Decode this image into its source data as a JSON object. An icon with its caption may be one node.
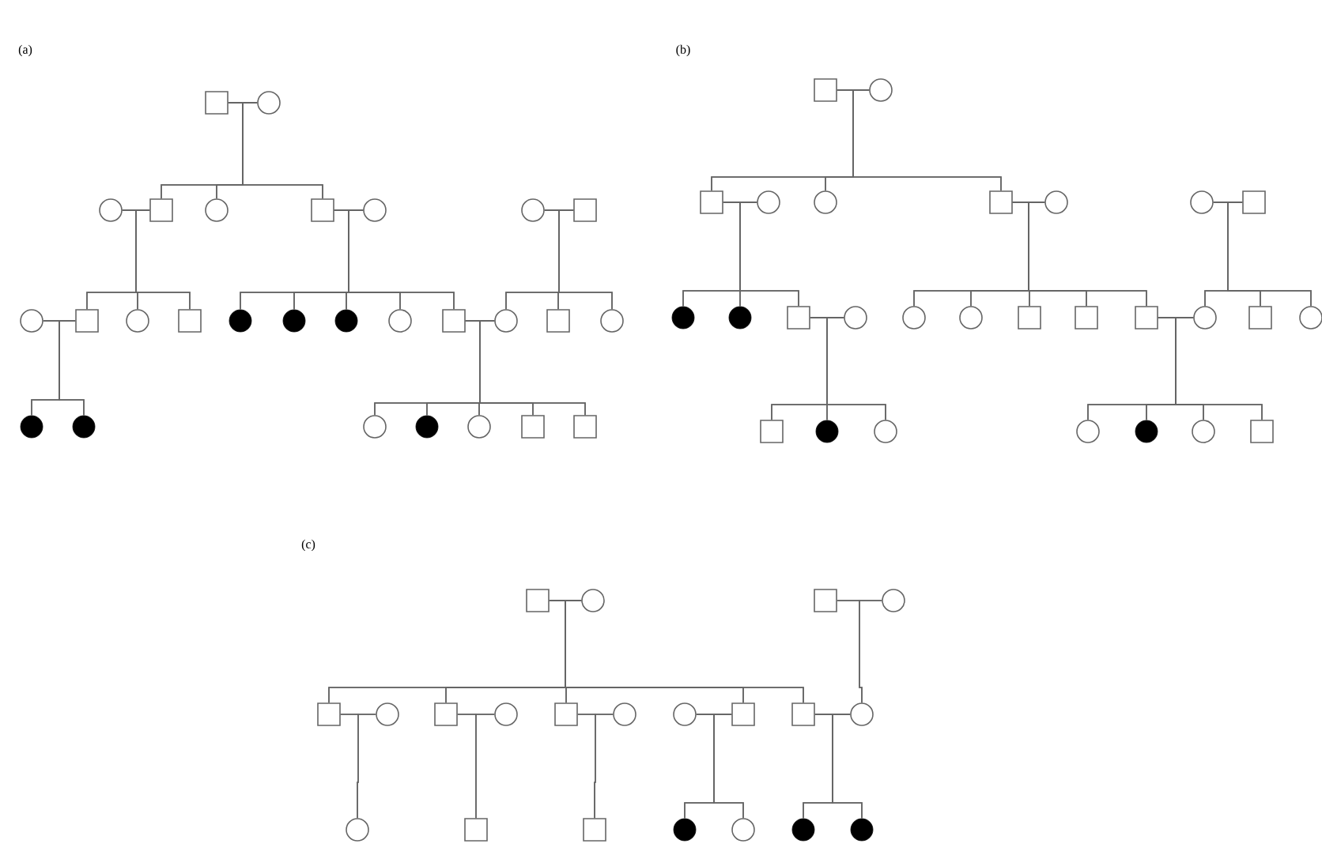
{
  "diagram": {
    "nodes": [
      {
        "text": [],
        "shape": "box"
      },
      {
        "text": [],
        "shape": "circle"
      },
      {
        "text": [],
        "shape": "circle"
      },
      {
        "text": [],
        "shape": "box"
      },
      {
        "text": [],
        "shape": "circle"
      },
      {
        "text": [],
        "shape": "box"
      },
      {
        "text": [],
        "shape": "circle"
      },
      {
        "text": [],
        "shape": "circle"
      },
      {
        "text": [],
        "shape": "box"
      },
      {
        "text": [],
        "shape": "circle"
      },
      {
        "text": [],
        "shape": "box"
      },
      {
        "text": [],
        "shape": "circle"
      },
      {
        "text": [],
        "shape": "box"
      },
      {
        "text": [],
        "shape": "disc"
      },
      {
        "text": [],
        "shape": "disc"
      },
      {
        "text": [],
        "shape": "disc"
      },
      {
        "text": [],
        "shape": "circle"
      },
      {
        "text": [],
        "shape": "box"
      },
      {
        "text": [],
        "shape": "circle"
      },
      {
        "text": [],
        "shape": "box"
      },
      {
        "text": [],
        "shape": "circle"
      },
      {
        "text": [],
        "shape": "disc"
      },
      {
        "text": [],
        "shape": "disc"
      },
      {
        "text": [],
        "shape": "circle"
      },
      {
        "text": [],
        "shape": "disc"
      },
      {
        "text": [],
        "shape": "circle"
      },
      {
        "text": [],
        "shape": "box"
      },
      {
        "text": [],
        "shape": "box"
      },
      {
        "text": [],
        "shape": "box"
      },
      {
        "text": [],
        "shape": "circle"
      },
      {
        "text": [],
        "shape": "box"
      },
      {
        "text": [],
        "shape": "circle"
      },
      {
        "text": [],
        "shape": "circle"
      },
      {
        "text": [],
        "shape": "box"
      },
      {
        "text": [],
        "shape": "circle"
      },
      {
        "text": [],
        "shape": "circle"
      },
      {
        "text": [],
        "shape": "box"
      },
      {
        "text": [],
        "shape": "disc"
      },
      {
        "text": [],
        "shape": "disc"
      },
      {
        "text": [],
        "shape": "box"
      },
      {
        "text": [],
        "shape": "circle"
      },
      {
        "text": [],
        "shape": "circle"
      },
      {
        "text": [],
        "shape": "circle"
      },
      {
        "text": [],
        "shape": "box"
      },
      {
        "text": [],
        "shape": "box"
      },
      {
        "text": [],
        "shape": "box"
      },
      {
        "text": [],
        "shape": "circle"
      },
      {
        "text": [],
        "shape": "box"
      },
      {
        "text": [],
        "shape": "circle"
      },
      {
        "text": [],
        "shape": "box"
      },
      {
        "text": [],
        "shape": "disc"
      },
      {
        "text": [],
        "shape": "circle"
      },
      {
        "text": [],
        "shape": "circle"
      },
      {
        "text": [],
        "shape": "disc"
      },
      {
        "text": [],
        "shape": "circle"
      },
      {
        "text": [],
        "shape": "box"
      },
      {
        "text": [],
        "shape": "box"
      },
      {
        "text": [],
        "shape": "circle"
      },
      {
        "text": [],
        "shape": "box"
      },
      {
        "text": [],
        "shape": "circle"
      },
      {
        "text": [],
        "shape": "box"
      },
      {
        "text": [],
        "shape": "circle"
      },
      {
        "text": [],
        "shape": "box"
      },
      {
        "text": [],
        "shape": "circle"
      },
      {
        "text": [],
        "shape": "box"
      },
      {
        "text": [],
        "shape": "circle"
      },
      {
        "text": [],
        "shape": "circle"
      },
      {
        "text": [],
        "shape": "box"
      },
      {
        "text": [],
        "shape": "box"
      },
      {
        "text": [],
        "shape": "circle"
      },
      {
        "text": [],
        "shape": "circle"
      },
      {
        "text": [],
        "shape": "box"
      },
      {
        "text": [],
        "shape": "box"
      },
      {
        "text": [],
        "shape": "disc"
      },
      {
        "text": [],
        "shape": "circle"
      },
      {
        "text": [],
        "shape": "disc"
      },
      {
        "text": [],
        "shape": "disc"
      }
    ],
    "edges": [
      {
        "from": 0,
        "to": 1,
        "arrow": "none"
      },
      {
        "from": 2,
        "to": 3,
        "arrow": "none"
      },
      {
        "from": 5,
        "to": 6,
        "arrow": "none"
      },
      {
        "from": 7,
        "to": 8,
        "arrow": "none"
      },
      {
        "from": 9,
        "to": 10,
        "arrow": "none"
      },
      {
        "from": 17,
        "to": 18,
        "arrow": "none"
      },
      {
        "from": 0,
        "to": 3,
        "arrow": "none"
      },
      {
        "from": 1,
        "to": 3,
        "arrow": "none"
      },
      {
        "from": 0,
        "to": 4,
        "arrow": "none"
      },
      {
        "from": 1,
        "to": 4,
        "arrow": "none"
      },
      {
        "from": 0,
        "to": 5,
        "arrow": "none"
      },
      {
        "from": 1,
        "to": 5,
        "arrow": "none"
      },
      {
        "from": 2,
        "to": 10,
        "arrow": "none"
      },
      {
        "from": 3,
        "to": 10,
        "arrow": "none"
      },
      {
        "from": 2,
        "to": 11,
        "arrow": "none"
      },
      {
        "from": 3,
        "to": 11,
        "arrow": "none"
      },
      {
        "from": 2,
        "to": 12,
        "arrow": "none"
      },
      {
        "from": 3,
        "to": 12,
        "arrow": "none"
      },
      {
        "from": 5,
        "to": 13,
        "arrow": "none"
      },
      {
        "from": 6,
        "to": 13,
        "arrow": "none"
      },
      {
        "from": 5,
        "to": 14,
        "arrow": "none"
      },
      {
        "from": 6,
        "to": 14,
        "arrow": "none"
      },
      {
        "from": 5,
        "to": 15,
        "arrow": "none"
      },
      {
        "from": 6,
        "to": 15,
        "arrow": "none"
      },
      {
        "from": 5,
        "to": 16,
        "arrow": "none"
      },
      {
        "from": 6,
        "to": 16,
        "arrow": "none"
      },
      {
        "from": 5,
        "to": 17,
        "arrow": "none"
      },
      {
        "from": 6,
        "to": 17,
        "arrow": "none"
      },
      {
        "from": 7,
        "to": 18,
        "arrow": "none"
      },
      {
        "from": 8,
        "to": 18,
        "arrow": "none"
      },
      {
        "from": 7,
        "to": 19,
        "arrow": "none"
      },
      {
        "from": 8,
        "to": 19,
        "arrow": "none"
      },
      {
        "from": 7,
        "to": 20,
        "arrow": "none"
      },
      {
        "from": 8,
        "to": 20,
        "arrow": "none"
      },
      {
        "from": 9,
        "to": 21,
        "arrow": "none"
      },
      {
        "from": 10,
        "to": 21,
        "arrow": "none"
      },
      {
        "from": 9,
        "to": 22,
        "arrow": "none"
      },
      {
        "from": 10,
        "to": 22,
        "arrow": "none"
      },
      {
        "from": 17,
        "to": 23,
        "arrow": "none"
      },
      {
        "from": 18,
        "to": 23,
        "arrow": "none"
      },
      {
        "from": 17,
        "to": 24,
        "arrow": "none"
      },
      {
        "from": 18,
        "to": 24,
        "arrow": "none"
      },
      {
        "from": 17,
        "to": 25,
        "arrow": "none"
      },
      {
        "from": 18,
        "to": 25,
        "arrow": "none"
      },
      {
        "from": 17,
        "to": 26,
        "arrow": "none"
      },
      {
        "from": 18,
        "to": 26,
        "arrow": "none"
      },
      {
        "from": 17,
        "to": 27,
        "arrow": "none"
      },
      {
        "from": 18,
        "to": 27,
        "arrow": "none"
      },
      {
        "from": 28,
        "to": 29,
        "arrow": "none"
      },
      {
        "from": 30,
        "to": 31,
        "arrow": "none"
      },
      {
        "from": 33,
        "to": 34,
        "arrow": "none"
      },
      {
        "from": 35,
        "to": 36,
        "arrow": "none"
      },
      {
        "from": 39,
        "to": 40,
        "arrow": "none"
      },
      {
        "from": 45,
        "to": 46,
        "arrow": "none"
      },
      {
        "from": 28,
        "to": 30,
        "arrow": "none"
      },
      {
        "from": 29,
        "to": 30,
        "arrow": "none"
      },
      {
        "from": 28,
        "to": 32,
        "arrow": "none"
      },
      {
        "from": 29,
        "to": 32,
        "arrow": "none"
      },
      {
        "from": 28,
        "to": 33,
        "arrow": "none"
      },
      {
        "from": 29,
        "to": 33,
        "arrow": "none"
      },
      {
        "from": 30,
        "to": 37,
        "arrow": "none"
      },
      {
        "from": 31,
        "to": 37,
        "arrow": "none"
      },
      {
        "from": 30,
        "to": 38,
        "arrow": "none"
      },
      {
        "from": 31,
        "to": 38,
        "arrow": "none"
      },
      {
        "from": 30,
        "to": 39,
        "arrow": "none"
      },
      {
        "from": 31,
        "to": 39,
        "arrow": "none"
      },
      {
        "from": 33,
        "to": 41,
        "arrow": "none"
      },
      {
        "from": 34,
        "to": 41,
        "arrow": "none"
      },
      {
        "from": 33,
        "to": 42,
        "arrow": "none"
      },
      {
        "from": 34,
        "to": 42,
        "arrow": "none"
      },
      {
        "from": 33,
        "to": 43,
        "arrow": "none"
      },
      {
        "from": 34,
        "to": 43,
        "arrow": "none"
      },
      {
        "from": 33,
        "to": 44,
        "arrow": "none"
      },
      {
        "from": 34,
        "to": 44,
        "arrow": "none"
      },
      {
        "from": 33,
        "to": 45,
        "arrow": "none"
      },
      {
        "from": 34,
        "to": 45,
        "arrow": "none"
      },
      {
        "from": 35,
        "to": 46,
        "arrow": "none"
      },
      {
        "from": 36,
        "to": 46,
        "arrow": "none"
      },
      {
        "from": 35,
        "to": 47,
        "arrow": "none"
      },
      {
        "from": 36,
        "to": 47,
        "arrow": "none"
      },
      {
        "from": 35,
        "to": 48,
        "arrow": "none"
      },
      {
        "from": 36,
        "to": 48,
        "arrow": "none"
      },
      {
        "from": 39,
        "to": 49,
        "arrow": "none"
      },
      {
        "from": 40,
        "to": 49,
        "arrow": "none"
      },
      {
        "from": 39,
        "to": 50,
        "arrow": "none"
      },
      {
        "from": 40,
        "to": 50,
        "arrow": "none"
      },
      {
        "from": 39,
        "to": 51,
        "arrow": "none"
      },
      {
        "from": 40,
        "to": 51,
        "arrow": "none"
      },
      {
        "from": 45,
        "to": 52,
        "arrow": "none"
      },
      {
        "from": 46,
        "to": 52,
        "arrow": "none"
      },
      {
        "from": 45,
        "to": 53,
        "arrow": "none"
      },
      {
        "from": 46,
        "to": 53,
        "arrow": "none"
      },
      {
        "from": 45,
        "to": 54,
        "arrow": "none"
      },
      {
        "from": 46,
        "to": 54,
        "arrow": "none"
      },
      {
        "from": 45,
        "to": 55,
        "arrow": "none"
      },
      {
        "from": 46,
        "to": 55,
        "arrow": "none"
      },
      {
        "from": 56,
        "to": 57,
        "arrow": "none"
      },
      {
        "from": 58,
        "to": 59,
        "arrow": "none"
      },
      {
        "from": 60,
        "to": 61,
        "arrow": "none"
      },
      {
        "from": 62,
        "to": 63,
        "arrow": "none"
      },
      {
        "from": 64,
        "to": 65,
        "arrow": "none"
      },
      {
        "from": 66,
        "to": 67,
        "arrow": "none"
      },
      {
        "from": 68,
        "to": 69,
        "arrow": "none"
      },
      {
        "from": 56,
        "to": 60,
        "arrow": "none"
      },
      {
        "from": 57,
        "to": 60,
        "arrow": "none"
      },
      {
        "from": 56,
        "to": 62,
        "arrow": "none"
      },
      {
        "from": 57,
        "to": 62,
        "arrow": "none"
      },
      {
        "from": 56,
        "to": 64,
        "arrow": "none"
      },
      {
        "from": 57,
        "to": 64,
        "arrow": "none"
      },
      {
        "from": 56,
        "to": 67,
        "arrow": "none"
      },
      {
        "from": 57,
        "to": 67,
        "arrow": "none"
      },
      {
        "from": 56,
        "to": 68,
        "arrow": "none"
      },
      {
        "from": 57,
        "to": 68,
        "arrow": "none"
      },
      {
        "from": 58,
        "to": 69,
        "arrow": "none"
      },
      {
        "from": 59,
        "to": 69,
        "arrow": "none"
      },
      {
        "from": 60,
        "to": 70,
        "arrow": "none"
      },
      {
        "from": 61,
        "to": 70,
        "arrow": "none"
      },
      {
        "from": 62,
        "to": 71,
        "arrow": "none"
      },
      {
        "from": 63,
        "to": 71,
        "arrow": "none"
      },
      {
        "from": 64,
        "to": 72,
        "arrow": "none"
      },
      {
        "from": 65,
        "to": 72,
        "arrow": "none"
      },
      {
        "from": 66,
        "to": 73,
        "arrow": "none"
      },
      {
        "from": 67,
        "to": 73,
        "arrow": "none"
      },
      {
        "from": 66,
        "to": 74,
        "arrow": "none"
      },
      {
        "from": 67,
        "to": 74,
        "arrow": "none"
      },
      {
        "from": 68,
        "to": 75,
        "arrow": "none"
      },
      {
        "from": 69,
        "to": 75,
        "arrow": "none"
      },
      {
        "from": 68,
        "to": 76,
        "arrow": "none"
      },
      {
        "from": 69,
        "to": 76,
        "arrow": "none"
      }
    ],
    "labels": [
      "(a)",
      "(b)",
      "(c)"
    ]
  }
}
